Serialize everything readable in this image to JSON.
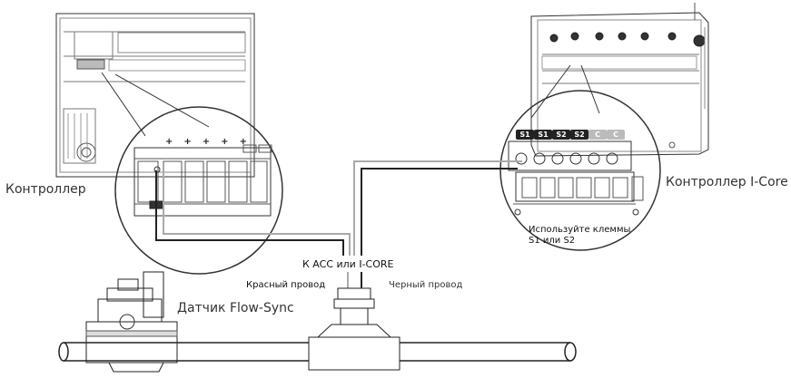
{
  "labels": {
    "controller_left": "Контроллер",
    "controller_right": "Контроллер I-Core",
    "sensor": "Датчик Flow-Sync",
    "to_acc": "К ACC или I-CORE",
    "red_wire": "Красный провод",
    "black_wire": "Черный провод",
    "use_terminals_line1": "Используйте клеммы",
    "use_terminals_line2": "S1 или S2"
  },
  "terminal_badges": [
    "S1",
    "S1",
    "S2",
    "S2",
    "C",
    "C"
  ],
  "plus_signs": [
    "+",
    "+",
    "+",
    "+",
    "+"
  ],
  "colors": {
    "line": "#222222",
    "wire_grey": "#9a9a9a",
    "badge_dark": "#222222",
    "badge_light": "#bbbbbb"
  }
}
